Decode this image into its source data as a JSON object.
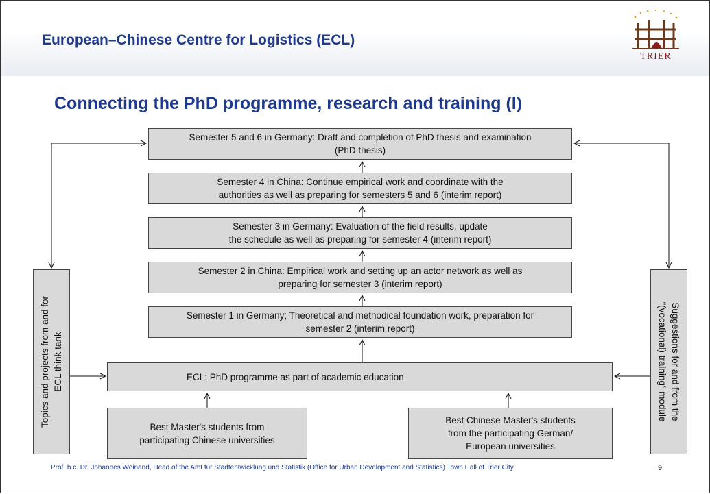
{
  "header": {
    "title": "European–Chinese Centre for Logistics (ECL)",
    "logo_text": "TRIER"
  },
  "slide_title": "Connecting the PhD programme, research and training (I)",
  "diagram": {
    "semesters": [
      "Semester 5 and 6 in Germany: Draft and completion of PhD thesis and examination\n(PhD thesis)",
      "Semester 4 in China: Continue empirical work and coordinate with the\nauthorities as well as preparing for semesters 5 and 6 (interim report)",
      "Semester 3 in Germany: Evaluation of the field results, update\nthe schedule as well as preparing for semester 4 (interim report)",
      "Semester 2 in China: Empirical work and setting up an actor network as well as\npreparing for semester 3 (interim report)",
      "Semester 1 in Germany; Theoretical and methodical foundation work, preparation for\nsemester 2 (interim report)"
    ],
    "ecl_box": "ECL: PhD programme as part of academic education",
    "left_input": "Best Master's students from\nparticipating Chinese universities",
    "right_input": "Best Chinese Master's students\nfrom the participating German/\nEuropean universities",
    "left_side": "Topics and projects from and for\nECL think tank",
    "right_side": "Suggestions for and from the\n“(vocational) training” module"
  },
  "footer": {
    "text": "Prof. h.c. Dr. Johannes Weinand, Head of the Amt für Stadtentwicklung und Statistik (Office for Urban Development and Statistics) Town Hall of Trier City",
    "page_number": "9"
  },
  "colors": {
    "title_blue": "#1f3a8c",
    "box_fill": "#d9d9d9",
    "logo_red": "#8b1a1a"
  }
}
